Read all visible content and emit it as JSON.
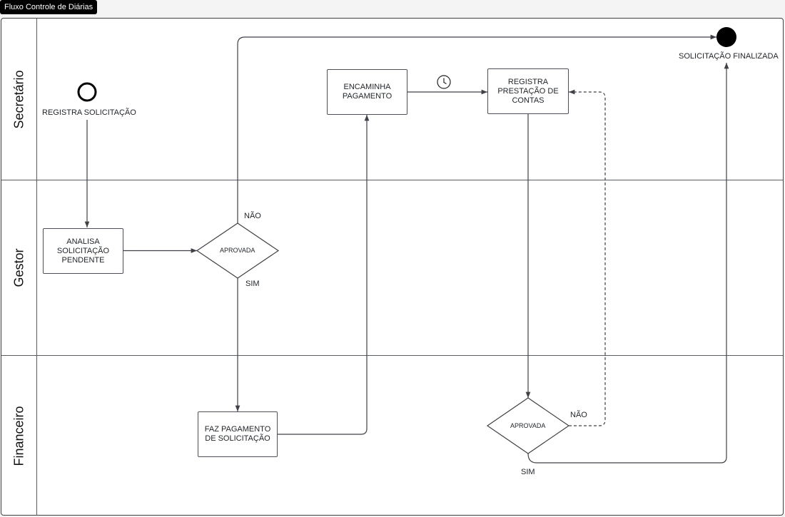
{
  "title": "Fluxo Controle de Diárias",
  "lanes": [
    {
      "label": "Secretário"
    },
    {
      "label": "Gestor"
    },
    {
      "label": "Financeiro"
    }
  ],
  "events": {
    "start_label": "REGISTRA SOLICITAÇÃO",
    "end_label": "SOLICITAÇÃO FINALIZADA"
  },
  "tasks": {
    "analisa": "ANALISA\nSOLICITAÇÃO\nPENDENTE",
    "encaminha": "ENCAMINHA\nPAGAMENTO",
    "registra_prestacao": "REGISTRA\nPRESTAÇÃO DE\nCONTAS",
    "faz_pagamento": "FAZ PAGAMENTO\nDE SOLICITAÇÃO"
  },
  "gateways": {
    "gestor": {
      "label": "APROVADA",
      "no": "NÃO",
      "yes": "SIM"
    },
    "financeiro": {
      "label": "APROVADA",
      "no": "NÃO",
      "yes": "SIM"
    }
  },
  "icons": {
    "timer": "clock-icon"
  },
  "colors": {
    "header_bg": "#000000",
    "stroke": "#3f4147",
    "end_event": "#000000"
  }
}
